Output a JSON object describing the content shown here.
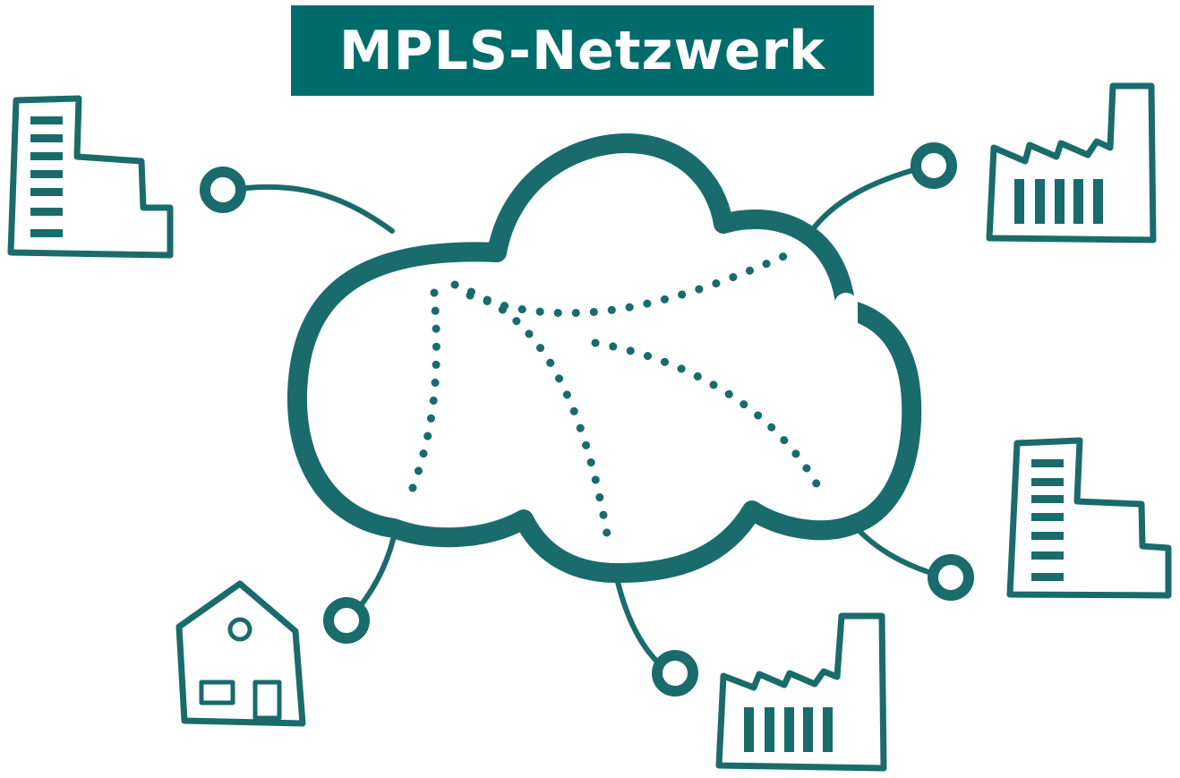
{
  "title": "MPLS-Netzwerk",
  "colors": {
    "banner": "#006b6b",
    "cloud": "#1a6b6b",
    "ink": "#1a6b6b",
    "background": "#ffffff",
    "title_text": "#ffffff"
  },
  "nodes": [
    {
      "id": "office-building-top-left",
      "icon": "office-building-icon",
      "position": "top-left"
    },
    {
      "id": "factory-top-right",
      "icon": "factory-icon",
      "position": "top-right"
    },
    {
      "id": "office-building-right",
      "icon": "office-building-icon",
      "position": "right"
    },
    {
      "id": "factory-bottom",
      "icon": "factory-icon",
      "position": "bottom"
    },
    {
      "id": "house-bottom-left",
      "icon": "house-icon",
      "position": "bottom-left"
    }
  ],
  "center": {
    "icon": "cloud-icon",
    "label": "MPLS cloud with dotted label-switched paths"
  }
}
